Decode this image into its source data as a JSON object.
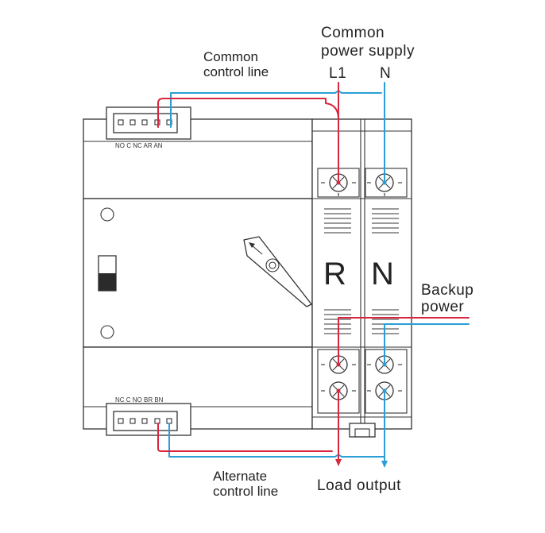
{
  "labels": {
    "common_supply_line1": "Common",
    "common_supply_line2": "power supply",
    "l1": "L1",
    "n": "N",
    "common_control_line1": "Common",
    "common_control_line2": "control line",
    "backup_line1": "Backup",
    "backup_line2": "power",
    "alternate_control_line1": "Alternate",
    "alternate_control_line2": "control line",
    "load_output": "Load output"
  },
  "poles": {
    "r": "R",
    "n": "N"
  },
  "terminals": {
    "top": "NO  C  NC AR AN",
    "bottom": "NC  C  NO BR BN"
  },
  "colors": {
    "live_wire": "#d7263d",
    "neutral_wire": "#2a9fd6",
    "outline": "#333333"
  }
}
